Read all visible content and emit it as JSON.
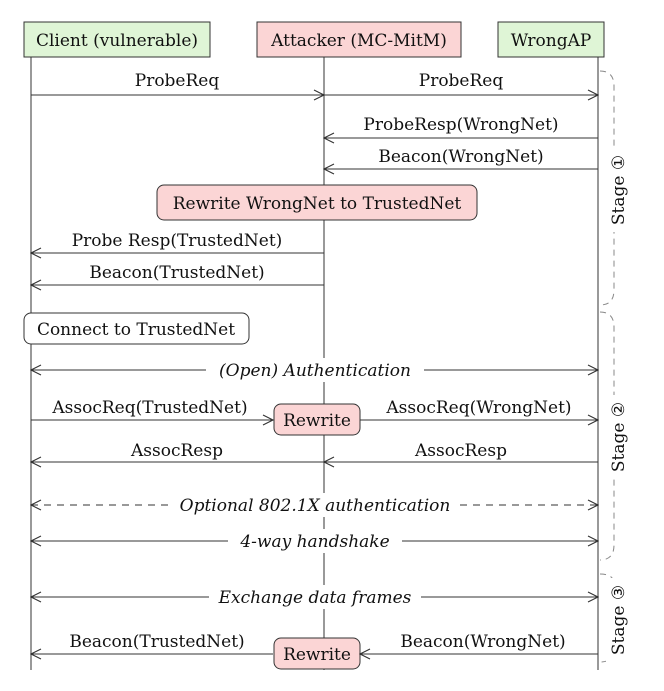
{
  "participants": {
    "client": "Client (vulnerable)",
    "attacker": "Attacker (MC-MitM)",
    "wrongap": "WrongAP"
  },
  "colors": {
    "client_fill": "#dff5d6",
    "attacker_fill": "#fbd5d5",
    "wrongap_fill": "#dff5d6",
    "note_fill": "#fbd5d5",
    "stroke": "#333333"
  },
  "messages": {
    "probereq_c2a": "ProbeReq",
    "probereq_a2w": "ProbeReq",
    "proberesp_w2a": "ProbeResp(WrongNet)",
    "beacon_w2a": "Beacon(WrongNet)",
    "proberesp_a2c": "Probe Resp(TrustedNet)",
    "beacon_a2c": "Beacon(TrustedNet)",
    "open_auth": "(Open) Authentication",
    "assocreq_c2a": "AssocReq(TrustedNet)",
    "assocreq_a2w": "AssocReq(WrongNet)",
    "assocresp_a2c": "AssocResp",
    "assocresp_w2a": "AssocResp",
    "optional_8021x": "Optional 802.1X authentication",
    "four_way": "4-way handshake",
    "exchange_data": "Exchange data frames",
    "beacon2_a2c": "Beacon(TrustedNet)",
    "beacon2_w2a": "Beacon(WrongNet)"
  },
  "notes": {
    "rewrite_net": "Rewrite WrongNet to TrustedNet",
    "connect": "Connect to TrustedNet",
    "rewrite_assoc": "Rewrite",
    "rewrite_beacon": "Rewrite"
  },
  "stages": {
    "stage1": "Stage ①",
    "stage2": "Stage ②",
    "stage3": "Stage ③"
  }
}
